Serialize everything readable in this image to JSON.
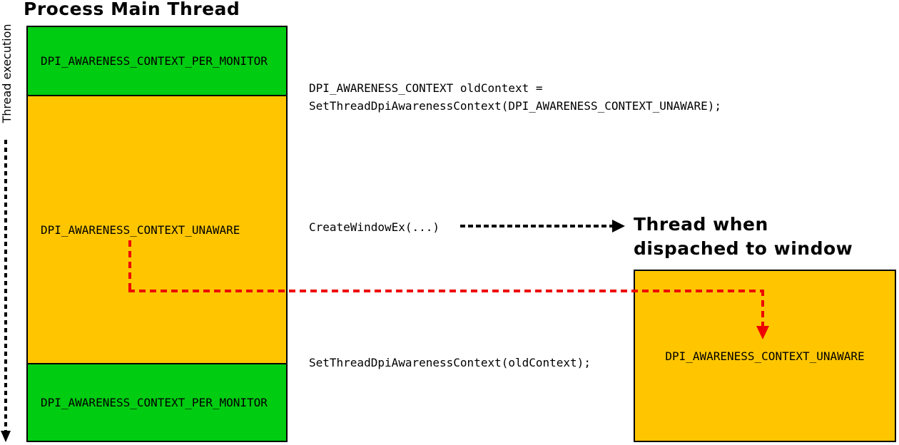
{
  "diagram": {
    "left": {
      "title": "Process Main Thread",
      "axis_label": "Thread execution",
      "sections": [
        {
          "label": "DPI_AWARENESS_CONTEXT_PER_MONITOR",
          "color": "#00cc11"
        },
        {
          "label": "DPI_AWARENESS_CONTEXT_UNAWARE",
          "color": "#ffc600"
        },
        {
          "label": "DPI_AWARENESS_CONTEXT_PER_MONITOR",
          "color": "#00cc11"
        }
      ]
    },
    "code": {
      "set_context_line1": "DPI_AWARENESS_CONTEXT oldContext =",
      "set_context_line2": "SetThreadDpiAwarenessContext(DPI_AWARENESS_CONTEXT_UNAWARE);",
      "create_window": "CreateWindowEx(...)",
      "restore_context": "SetThreadDpiAwarenessContext(oldContext);"
    },
    "right": {
      "title_line1": "Thread when",
      "title_line2": "dispached to window",
      "box": {
        "label": "DPI_AWARENESS_CONTEXT_UNAWARE",
        "color": "#ffc600"
      }
    },
    "colors": {
      "section_green": "#00cc11",
      "section_yellow": "#ffc600",
      "connector_red": "#ee0000",
      "line_black": "#000000",
      "background": "#ffffff"
    }
  }
}
